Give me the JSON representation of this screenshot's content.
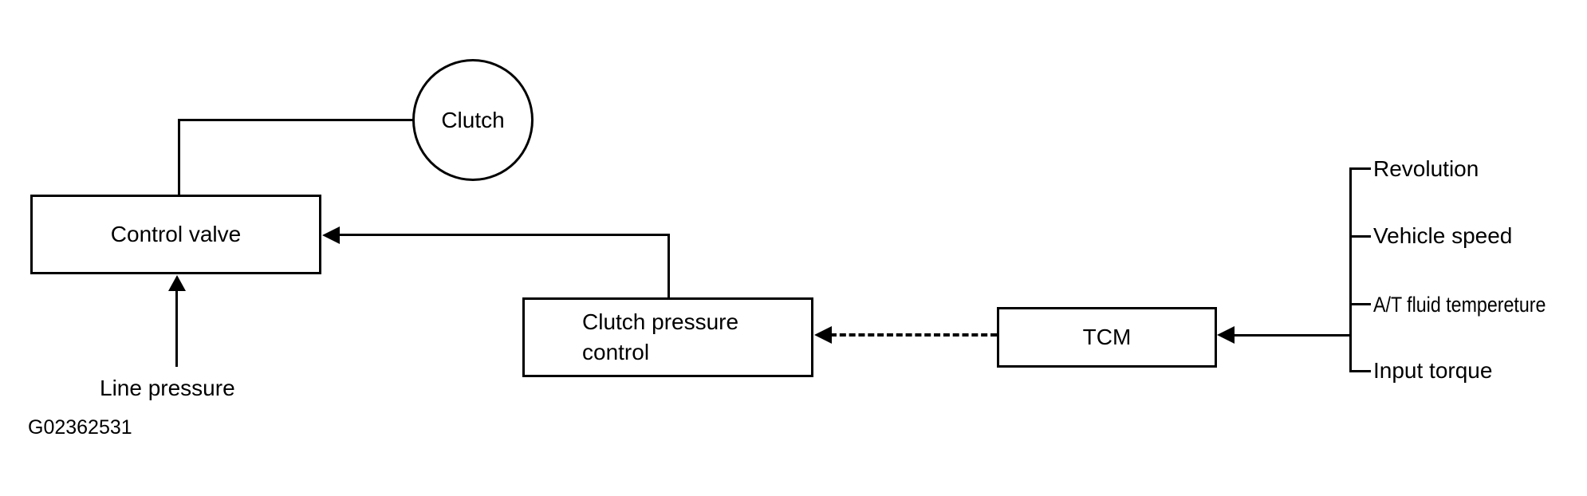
{
  "figure": {
    "code": "G02362531"
  },
  "nodes": {
    "clutch": "Clutch",
    "control_valve": "Control valve",
    "clutch_pressure_control": "Clutch pressure control",
    "tcm": "TCM"
  },
  "labels": {
    "line_pressure": "Line pressure"
  },
  "tcm_inputs": [
    "Revolution",
    "Vehicle speed",
    "A/T fluid tempereture",
    "Input torque"
  ],
  "colors": {
    "stroke": "#000000",
    "background": "#ffffff"
  },
  "connections": [
    {
      "from": "Clutch",
      "to": "Control valve",
      "style": "solid",
      "arrow": "none"
    },
    {
      "from": "Clutch pressure control",
      "to": "Control valve",
      "style": "solid",
      "arrow": "into Control valve"
    },
    {
      "from": "TCM",
      "to": "Clutch pressure control",
      "style": "dashed",
      "arrow": "into Clutch pressure control"
    },
    {
      "from": "sensor inputs",
      "to": "TCM",
      "style": "solid",
      "arrow": "into TCM"
    },
    {
      "from": "Line pressure",
      "to": "Control valve",
      "style": "solid",
      "arrow": "into Control valve bottom"
    }
  ]
}
